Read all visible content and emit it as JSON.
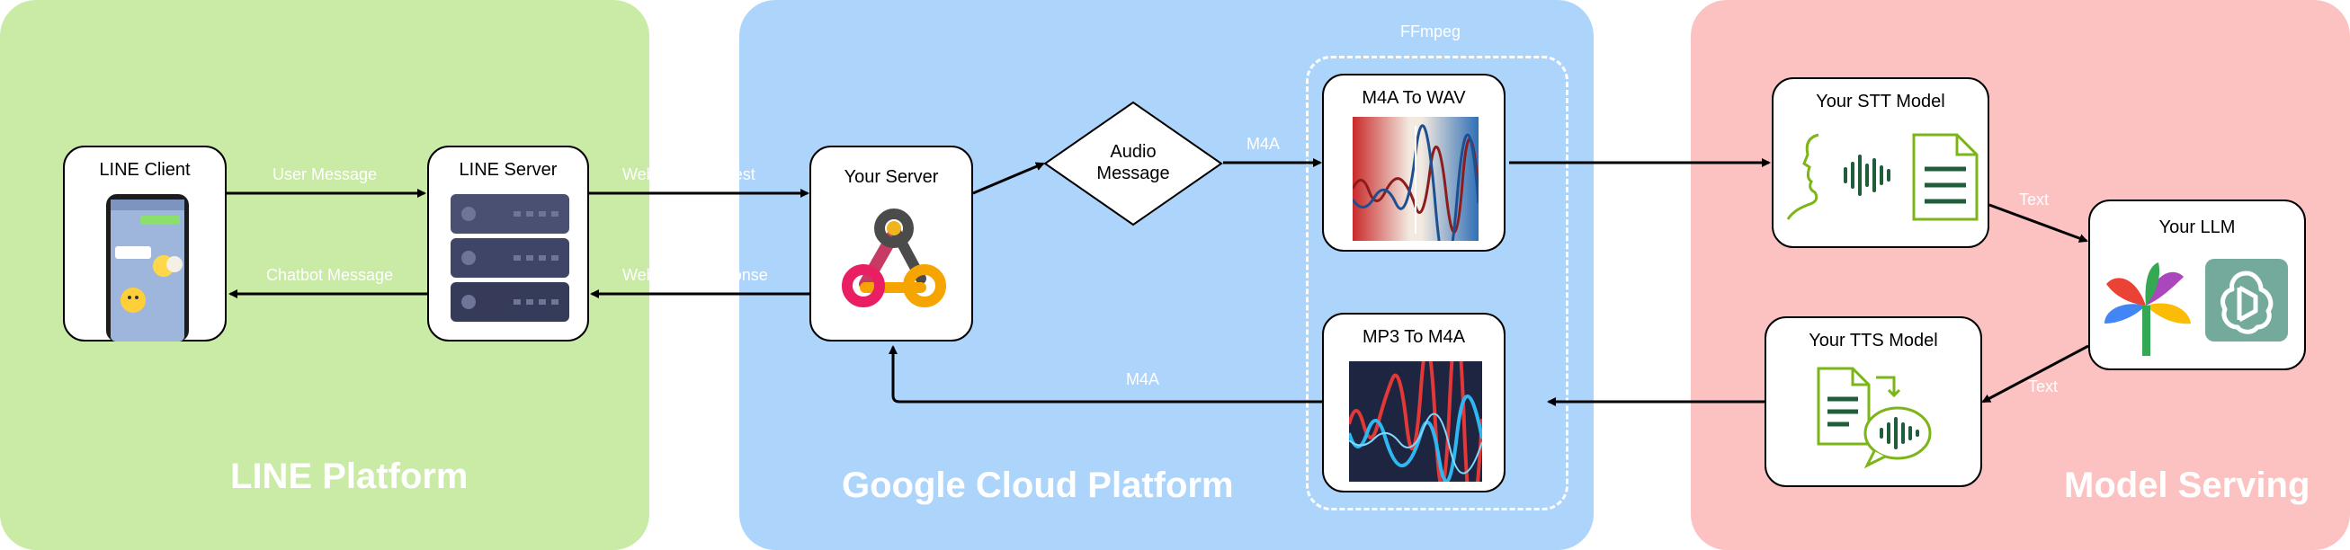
{
  "regions": {
    "line_platform": {
      "title": "LINE Platform",
      "color": "#c9eba5"
    },
    "gcp": {
      "title": "Google Cloud Platform",
      "color": "#add5fb"
    },
    "model_serving": {
      "title": "Model Serving",
      "color": "#fcc2c2"
    }
  },
  "nodes": {
    "line_client": "LINE Client",
    "line_server": "LINE Server",
    "your_server": "Your Server",
    "audio_message": [
      "Audio",
      "Message"
    ],
    "m4a_to_wav": "M4A To WAV",
    "mp3_to_m4a": "MP3 To M4A",
    "stt_model": "Your STT Model",
    "tts_model": "Your TTS Model",
    "llm": "Your LLM"
  },
  "group_label": "FFmpeg",
  "edges": {
    "user_message": "User Message",
    "chatbot_message": "Chatbot Message",
    "webhook_request": "Webhook Request",
    "webhook_response": "Webhook Response",
    "m4a_in": "M4A",
    "m4a_out": "M4A",
    "text_to_llm": "Text",
    "text_from_llm": "Text"
  }
}
